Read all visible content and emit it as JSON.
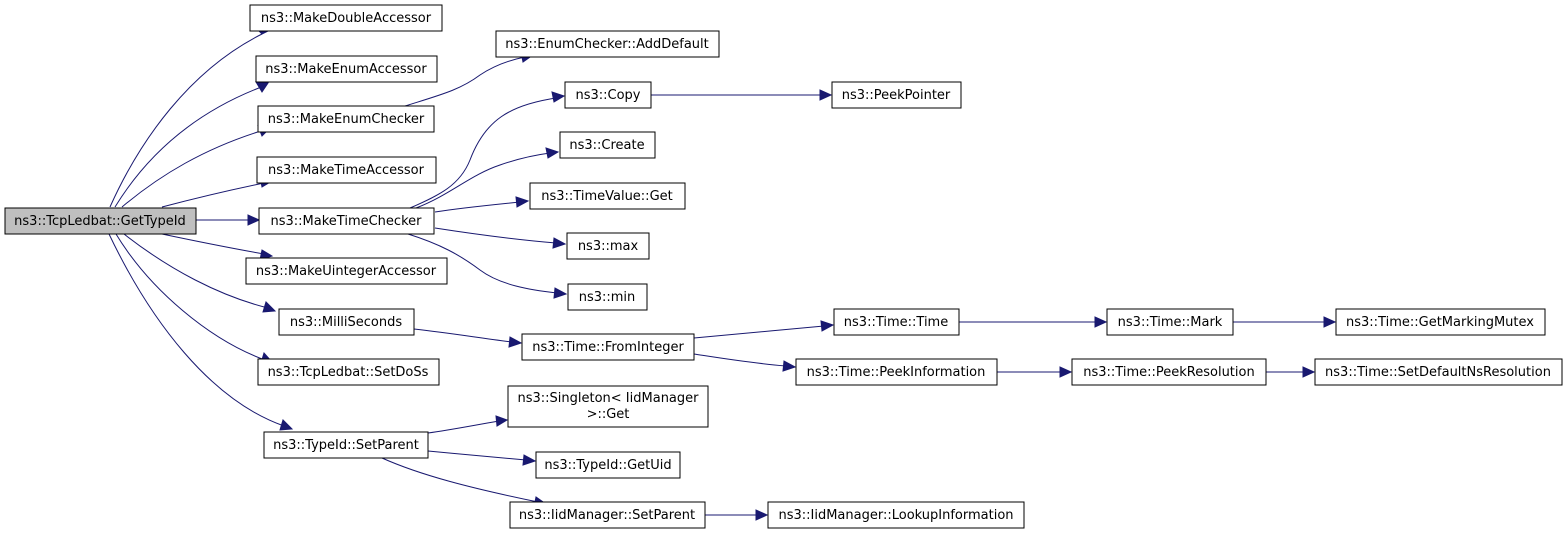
{
  "colors": {
    "edge": "#191970",
    "node_border": "#000000",
    "node_fill": "#ffffff",
    "root_fill": "#bfbfbf"
  },
  "nodes": {
    "root": "ns3::TcpLedbat::GetTypeId",
    "make_double_accessor": "ns3::MakeDoubleAccessor",
    "make_enum_accessor": "ns3::MakeEnumAccessor",
    "make_enum_checker": "ns3::MakeEnumChecker",
    "make_time_accessor": "ns3::MakeTimeAccessor",
    "make_time_checker": "ns3::MakeTimeChecker",
    "make_uinteger_accessor": "ns3::MakeUintegerAccessor",
    "milli_seconds": "ns3::MilliSeconds",
    "set_do_ss": "ns3::TcpLedbat::SetDoSs",
    "typeid_set_parent": "ns3::TypeId::SetParent",
    "enum_checker_add_default": "ns3::EnumChecker::AddDefault",
    "copy": "ns3::Copy",
    "peek_pointer": "ns3::PeekPointer",
    "create": "ns3::Create",
    "time_value_get": "ns3::TimeValue::Get",
    "max": "ns3::max",
    "min": "ns3::min",
    "time_from_integer": "ns3::Time::FromInteger",
    "time_time": "ns3::Time::Time",
    "time_mark": "ns3::Time::Mark",
    "time_get_marking_mutex": "ns3::Time::GetMarkingMutex",
    "time_peek_information": "ns3::Time::PeekInformation",
    "time_peek_resolution": "ns3::Time::PeekResolution",
    "time_set_default_ns_resolution": "ns3::Time::SetDefaultNsResolution",
    "singleton_get_line1": "ns3::Singleton< IidManager",
    "singleton_get_line2": ">::Get",
    "typeid_get_uid": "ns3::TypeId::GetUid",
    "iid_manager_set_parent": "ns3::IidManager::SetParent",
    "iid_manager_lookup_information": "ns3::IidManager::LookupInformation"
  },
  "edges": [
    [
      "root",
      "make_double_accessor"
    ],
    [
      "root",
      "make_enum_accessor"
    ],
    [
      "root",
      "make_enum_checker"
    ],
    [
      "root",
      "make_time_accessor"
    ],
    [
      "root",
      "make_time_checker"
    ],
    [
      "root",
      "make_uinteger_accessor"
    ],
    [
      "root",
      "milli_seconds"
    ],
    [
      "root",
      "set_do_ss"
    ],
    [
      "root",
      "typeid_set_parent"
    ],
    [
      "make_enum_checker",
      "enum_checker_add_default"
    ],
    [
      "make_time_checker",
      "copy"
    ],
    [
      "make_time_checker",
      "create"
    ],
    [
      "make_time_checker",
      "time_value_get"
    ],
    [
      "make_time_checker",
      "max"
    ],
    [
      "make_time_checker",
      "min"
    ],
    [
      "copy",
      "peek_pointer"
    ],
    [
      "milli_seconds",
      "time_from_integer"
    ],
    [
      "time_from_integer",
      "time_time"
    ],
    [
      "time_from_integer",
      "time_peek_information"
    ],
    [
      "time_time",
      "time_mark"
    ],
    [
      "time_mark",
      "time_get_marking_mutex"
    ],
    [
      "time_peek_information",
      "time_peek_resolution"
    ],
    [
      "time_peek_resolution",
      "time_set_default_ns_resolution"
    ],
    [
      "typeid_set_parent",
      "singleton_get"
    ],
    [
      "typeid_set_parent",
      "typeid_get_uid"
    ],
    [
      "typeid_set_parent",
      "iid_manager_set_parent"
    ],
    [
      "iid_manager_set_parent",
      "iid_manager_lookup_information"
    ]
  ]
}
